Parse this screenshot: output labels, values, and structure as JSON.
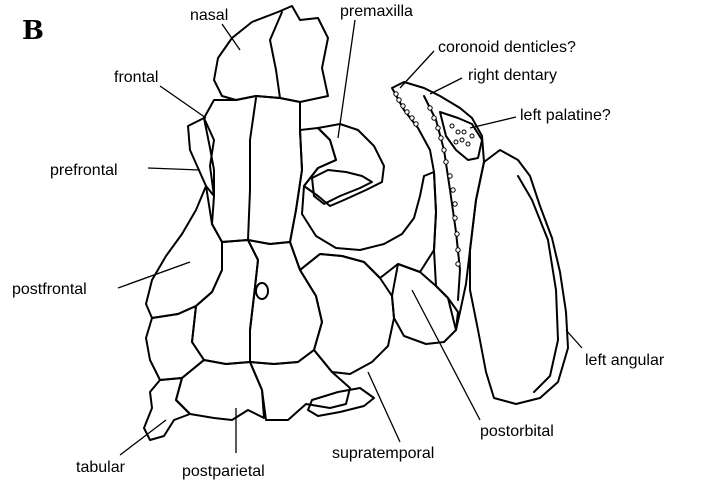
{
  "panel_letter": "B",
  "labels": {
    "nasal": "nasal",
    "premaxilla": "premaxilla",
    "frontal": "frontal",
    "prefrontal": "prefrontal",
    "postfrontal": "postfrontal",
    "coronoid_denticles": "coronoid denticles?",
    "right_dentary": "right dentary",
    "left_palatine": "left palatine?",
    "left_angular": "left angular",
    "postorbital": "postorbital",
    "supratemporal": "supratemporal",
    "tabular": "tabular",
    "postparietal": "postparietal"
  },
  "colors": {
    "ink": "#000000",
    "background": "#ffffff"
  }
}
